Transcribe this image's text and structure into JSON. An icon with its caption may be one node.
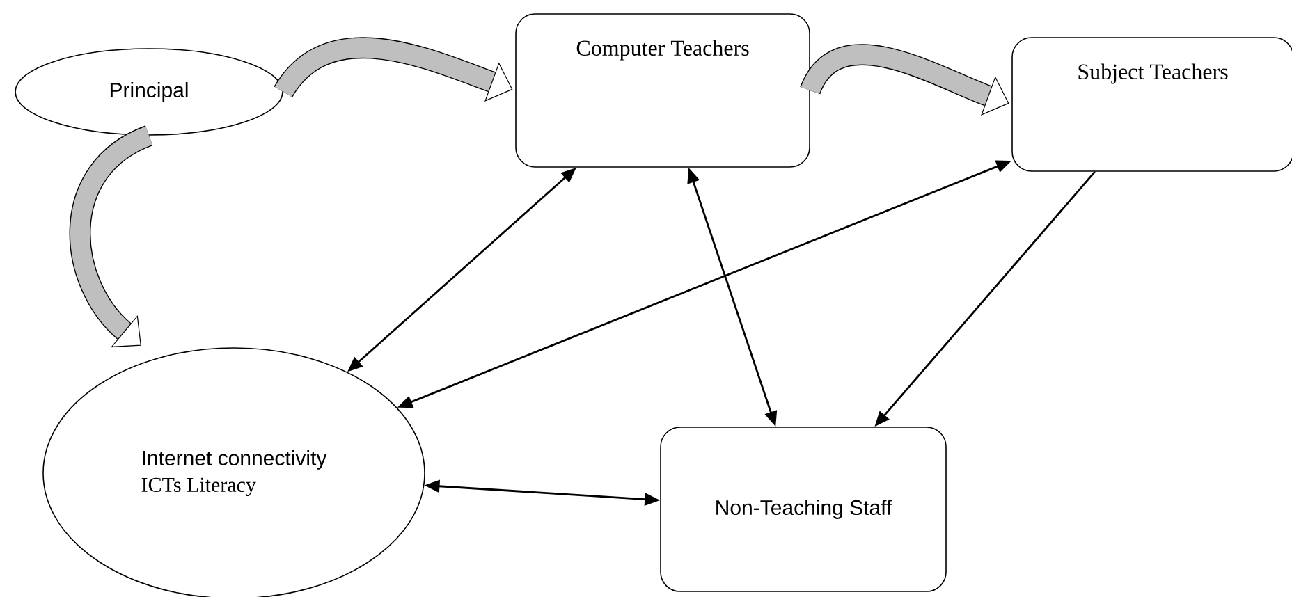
{
  "diagram": {
    "nodes": [
      {
        "text": [
          "Principal"
        ]
      },
      {
        "text": [
          "Computer Teachers"
        ]
      },
      {
        "text": [
          "Subject Teachers"
        ]
      },
      {
        "text": [
          "Internet connectivity",
          "ICTs Literacy"
        ]
      },
      {
        "text": [
          "Non-Teaching Staff"
        ]
      }
    ],
    "edges": [
      {
        "from": 0,
        "to": 1,
        "arrow": "to",
        "style": "thick"
      },
      {
        "from": 1,
        "to": 2,
        "arrow": "to",
        "style": "thick"
      },
      {
        "from": 0,
        "to": 3,
        "arrow": "to",
        "style": "thick"
      },
      {
        "from": 1,
        "to": 3,
        "arrow": "both"
      },
      {
        "from": 2,
        "to": 3,
        "arrow": "both"
      },
      {
        "from": 1,
        "to": 4,
        "arrow": "both"
      },
      {
        "from": 2,
        "to": 4,
        "arrow": "to"
      },
      {
        "from": 3,
        "to": 4,
        "arrow": "both"
      }
    ]
  }
}
